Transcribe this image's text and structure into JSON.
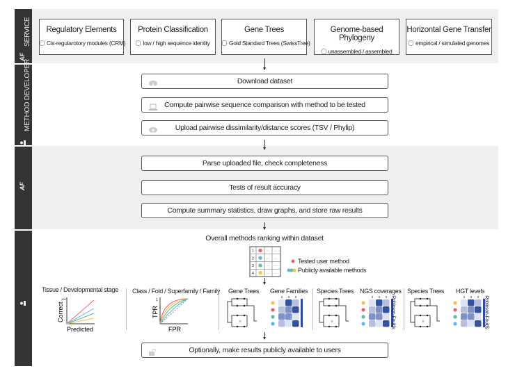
{
  "sidebar": {
    "service": "SERVICE",
    "method_developer": "METHOD DEVELOPER",
    "logo": "AF"
  },
  "services": [
    {
      "title": "Regulatory Elements",
      "subtitle": "Cis-regularotory modules (CRM)",
      "icon": "database-icon"
    },
    {
      "title": "Protein Classification",
      "subtitle": "low / high sequence identity",
      "icon": "database-icon"
    },
    {
      "title": "Gene Trees",
      "subtitle": "Gold Standard Trees (SwissTree)",
      "icon": "database-icon"
    },
    {
      "title": "Genome-based Phylogeny",
      "subtitle": "unassembled / assembled",
      "icon": "database-icon"
    },
    {
      "title": "Horizontal Gene Transfer",
      "subtitle": "empirical / simulated genomes",
      "icon": "database-icon"
    }
  ],
  "developer_steps": [
    {
      "label": "Download dataset",
      "icon": "cloud-download-icon"
    },
    {
      "label": "Compute pairwise sequence comparison with method to be tested",
      "icon": "laptop-icon"
    },
    {
      "label": "Upload pairwise dissimilarity/distance scores (TSV / Phylip)",
      "icon": "cloud-upload-icon"
    }
  ],
  "af_steps": [
    {
      "label": "Parse uploaded file, check completeness"
    },
    {
      "label": "Tests of result accuracy"
    },
    {
      "label": "Compute summary statistics, draw graphs, and store raw results"
    }
  ],
  "results": {
    "ranking_title": "Overall methods ranking within dataset",
    "ranking_rows": [
      "1",
      "2",
      "3",
      "4"
    ],
    "ranking_placeholder": "...",
    "legend": {
      "tested": "Tested user method",
      "public": "Publicly available methods"
    },
    "colors": {
      "red": "#e8636b",
      "blue": "#5bb8e8",
      "green": "#5fbf9a",
      "yellow": "#f2c14e",
      "heat_dark": "#2e4a9e"
    },
    "panels": {
      "tissue": {
        "title": "Tissue / Developmental stage",
        "ylabel": "Correct",
        "xlabel": "Predicted",
        "tick_max": "100"
      },
      "class": {
        "title": "Class / Fold / Superfamily / Family",
        "ylabel": "TPR",
        "xlabel": "FPR",
        "tick_max": "1"
      },
      "gene_trees": "Gene Trees",
      "gene_families": "Gene Families",
      "species_trees_1": "Species Trees",
      "ngs": "NGS coverages",
      "species_trees_2": "Species Trees",
      "hgt": "HGT levels",
      "rf_label": "Robinson-Foulds",
      "heatmap_levels": [
        [
          0,
          3,
          1
        ],
        [
          1,
          2,
          3
        ],
        [
          2,
          2,
          0
        ],
        [
          1,
          0,
          3
        ]
      ]
    },
    "publish": {
      "label": "Optionally, make results publicly available to users",
      "icon": "unlock-icon"
    }
  }
}
